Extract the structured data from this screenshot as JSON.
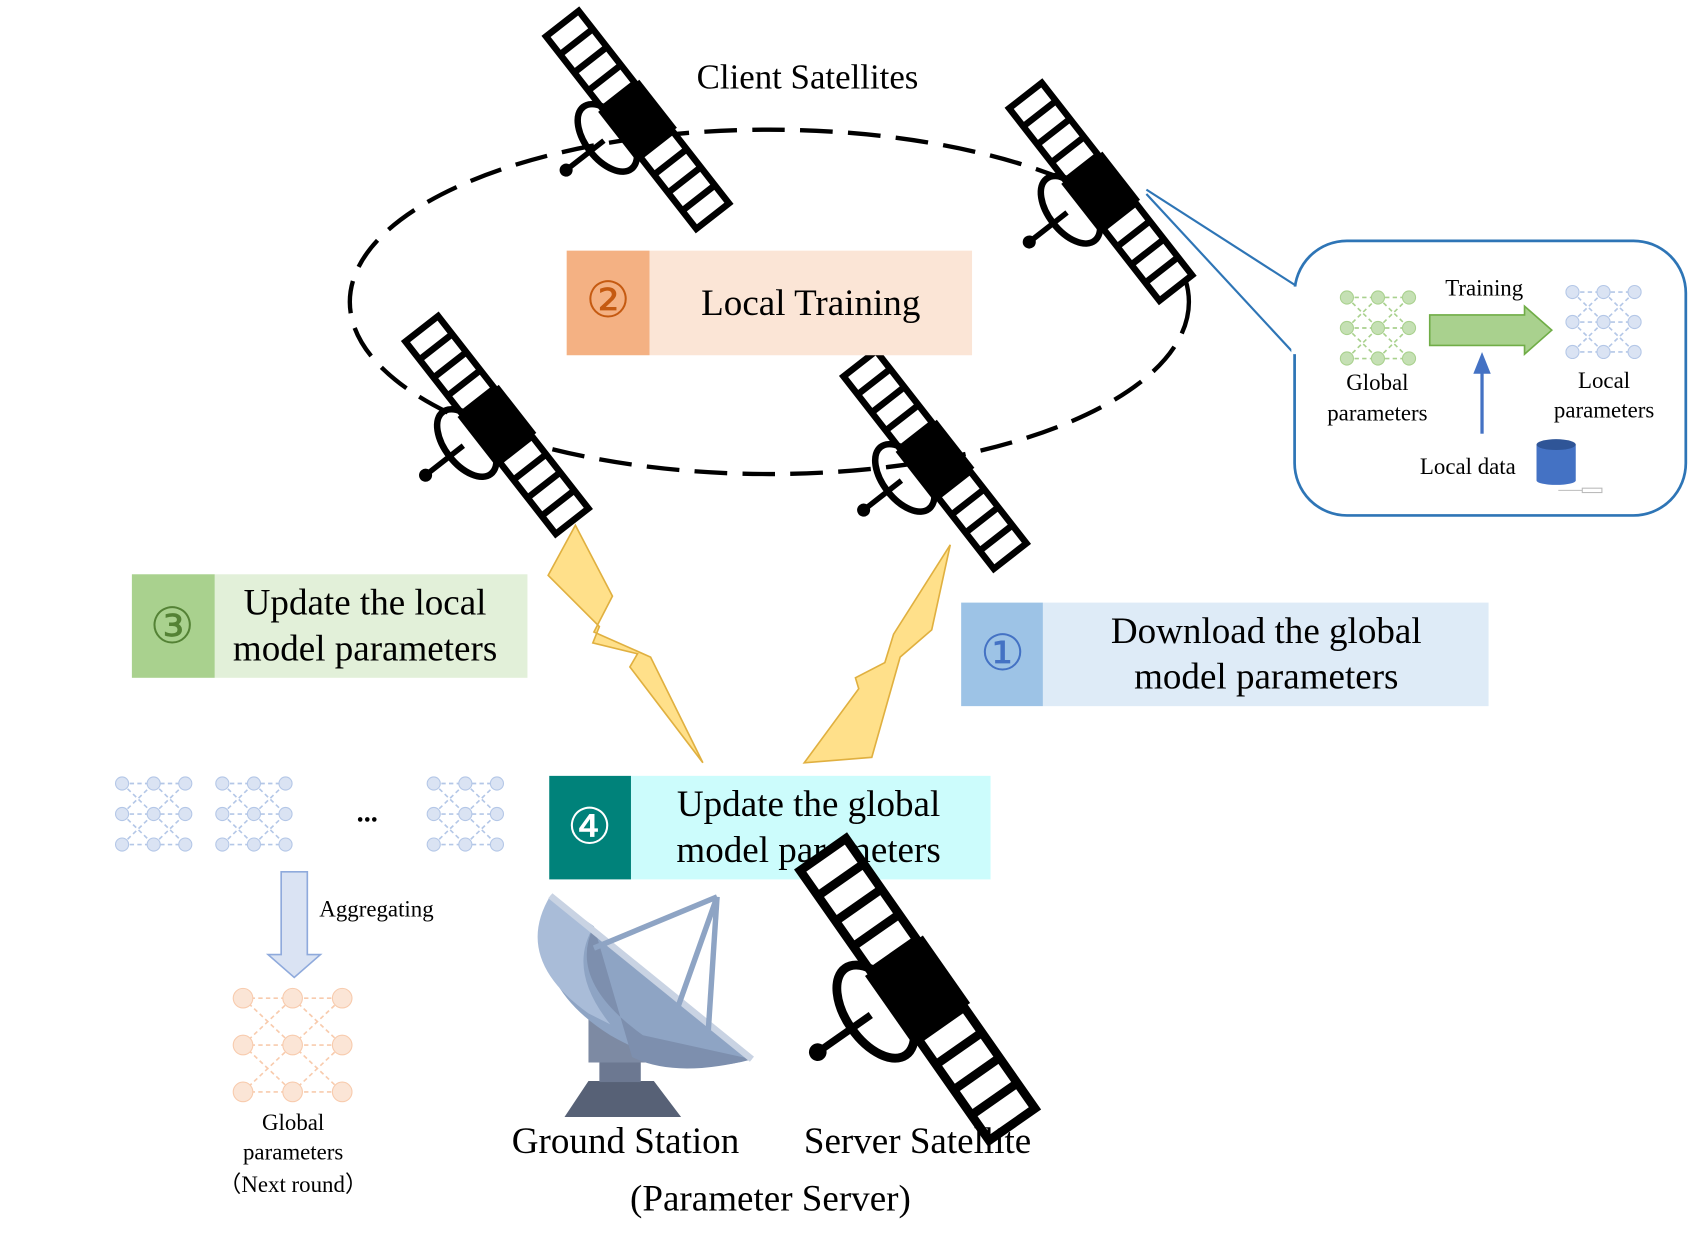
{
  "title": "Client Satellites",
  "steps": [
    {
      "number": "①",
      "text_line1": "Download the global",
      "text_line2": "model parameters",
      "accent": "#9dc3e6",
      "fill": "#deebf7",
      "number_color": "#4472c4"
    },
    {
      "number": "②",
      "text_line1": "Local Training",
      "text_line2": "",
      "accent": "#f4b183",
      "fill": "#fbe5d6",
      "number_color": "#c55a11"
    },
    {
      "number": "③",
      "text_line1": "Update the local",
      "text_line2": "model parameters",
      "accent": "#a9d18e",
      "fill": "#e2f0d9",
      "number_color": "#548235"
    },
    {
      "number": "④",
      "text_line1": "Update the global",
      "text_line2": "model parameters",
      "accent": "#00827a",
      "fill": "#ccfcfc",
      "number_color": "#ffffff"
    }
  ],
  "callout": {
    "training_label": "Training",
    "global_line1": "Global",
    "global_line2": "parameters",
    "local_line1": "Local",
    "local_line2": "parameters",
    "local_data_label": "Local data",
    "icons": [
      "neural-network-icon",
      "arrow-right-icon",
      "arrow-up-icon",
      "database-icon"
    ]
  },
  "aggregation": {
    "ellipsis": "...",
    "aggregating_label": "Aggregating",
    "result_line1": "Global",
    "result_line2": "parameters",
    "result_line3": "（Next round）"
  },
  "server": {
    "ground_station_label": "Ground Station",
    "server_satellite_label": "Server Satellite",
    "caption": "(Parameter Server)"
  },
  "colors": {
    "orbit": "#000000",
    "callout_border": "#2e75b6",
    "lightning": "#ffe08a",
    "net_blue": "#b4c7e7",
    "net_green": "#a9d18e",
    "net_orange": "#f8cbad"
  }
}
